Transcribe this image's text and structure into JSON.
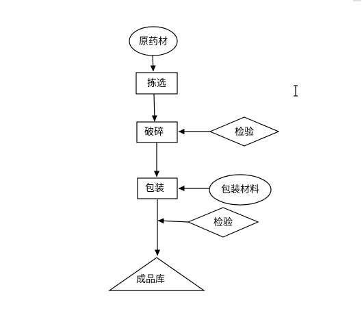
{
  "diagram": {
    "nodes": [
      {
        "id": "raw-material",
        "label": "原药材",
        "shape": "ellipse"
      },
      {
        "id": "sorting",
        "label": "拣选",
        "shape": "rect"
      },
      {
        "id": "crushing",
        "label": "破碎",
        "shape": "rect"
      },
      {
        "id": "inspection-1",
        "label": "检验",
        "shape": "diamond"
      },
      {
        "id": "packaging",
        "label": "包装",
        "shape": "rect"
      },
      {
        "id": "packaging-material",
        "label": "包装材料",
        "shape": "ellipse"
      },
      {
        "id": "inspection-2",
        "label": "检验",
        "shape": "diamond"
      },
      {
        "id": "finished-goods",
        "label": "成品库",
        "shape": "triangle"
      }
    ],
    "edges": [
      {
        "from": "raw-material",
        "to": "sorting"
      },
      {
        "from": "sorting",
        "to": "crushing"
      },
      {
        "from": "inspection-1",
        "to": "crushing"
      },
      {
        "from": "crushing",
        "to": "packaging"
      },
      {
        "from": "packaging-material",
        "to": "packaging"
      },
      {
        "from": "packaging",
        "to": "finished-goods"
      },
      {
        "from": "inspection-2",
        "to": "packaging-finished-line"
      }
    ]
  },
  "colors": {
    "stroke": "#000000",
    "fill": "#ffffff"
  },
  "icons": [
    "text-cursor-icon"
  ]
}
